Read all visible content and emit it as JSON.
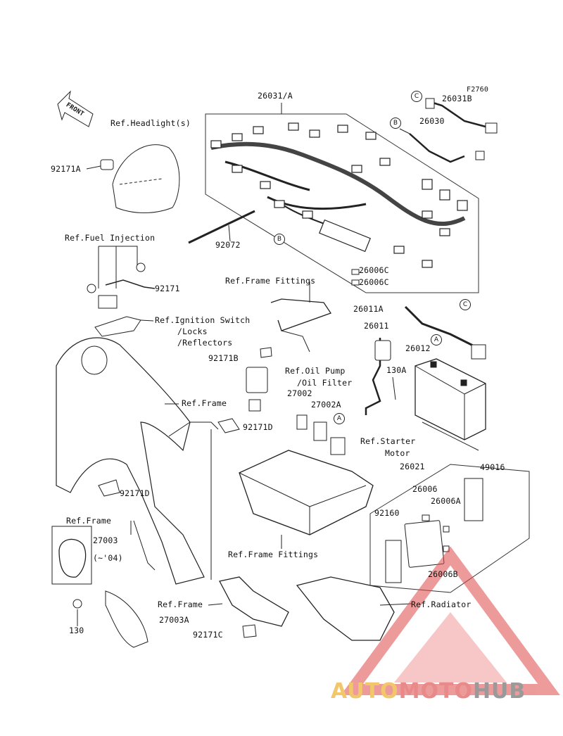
{
  "diagram_code": "F2760",
  "front_label": "FRONT",
  "refs": {
    "headlight": "Ref.Headlight(s)",
    "fuel_injection": "Ref.Fuel Injection",
    "frame_fittings_top": "Ref.Frame Fittings",
    "ignition_1": "Ref.Ignition Switch",
    "ignition_2": "/Locks",
    "ignition_3": "/Reflectors",
    "frame_1": "Ref.Frame",
    "oil_pump_1": "Ref.Oil Pump",
    "oil_pump_2": "/Oil Filter",
    "starter_1": "Ref.Starter",
    "starter_2": "Motor",
    "frame_2": "Ref.Frame",
    "frame_fittings_bottom": "Ref.Frame Fittings",
    "frame_3": "Ref.Frame",
    "radiator": "Ref.Radiator"
  },
  "parts": {
    "p26031A": "26031/A",
    "p26031B": "26031B",
    "p26030": "26030",
    "p92171A": "92171A",
    "p92072": "92072",
    "p26006C_1": "26006C",
    "p26006C_2": "26006C",
    "p92171": "92171",
    "p26011A": "26011A",
    "p26011": "26011",
    "p26012": "26012",
    "p92171B": "92171B",
    "p130A": "130A",
    "p27002": "27002",
    "p27002A": "27002A",
    "p92171D_1": "92171D",
    "p26021": "26021",
    "p49016": "49016",
    "p26006": "26006",
    "p26006A": "26006A",
    "p92171D_2": "92171D",
    "p92160": "92160",
    "p27003": "27003",
    "p04": "(~'04)",
    "p26006B": "26006B",
    "p130": "130",
    "p27003A": "27003A",
    "p92171C": "92171C"
  },
  "callouts": {
    "A": "A",
    "B": "B",
    "C": "C"
  },
  "watermark": {
    "part1": "AUTO",
    "part2": "MOTO",
    "part3": "HUB"
  }
}
